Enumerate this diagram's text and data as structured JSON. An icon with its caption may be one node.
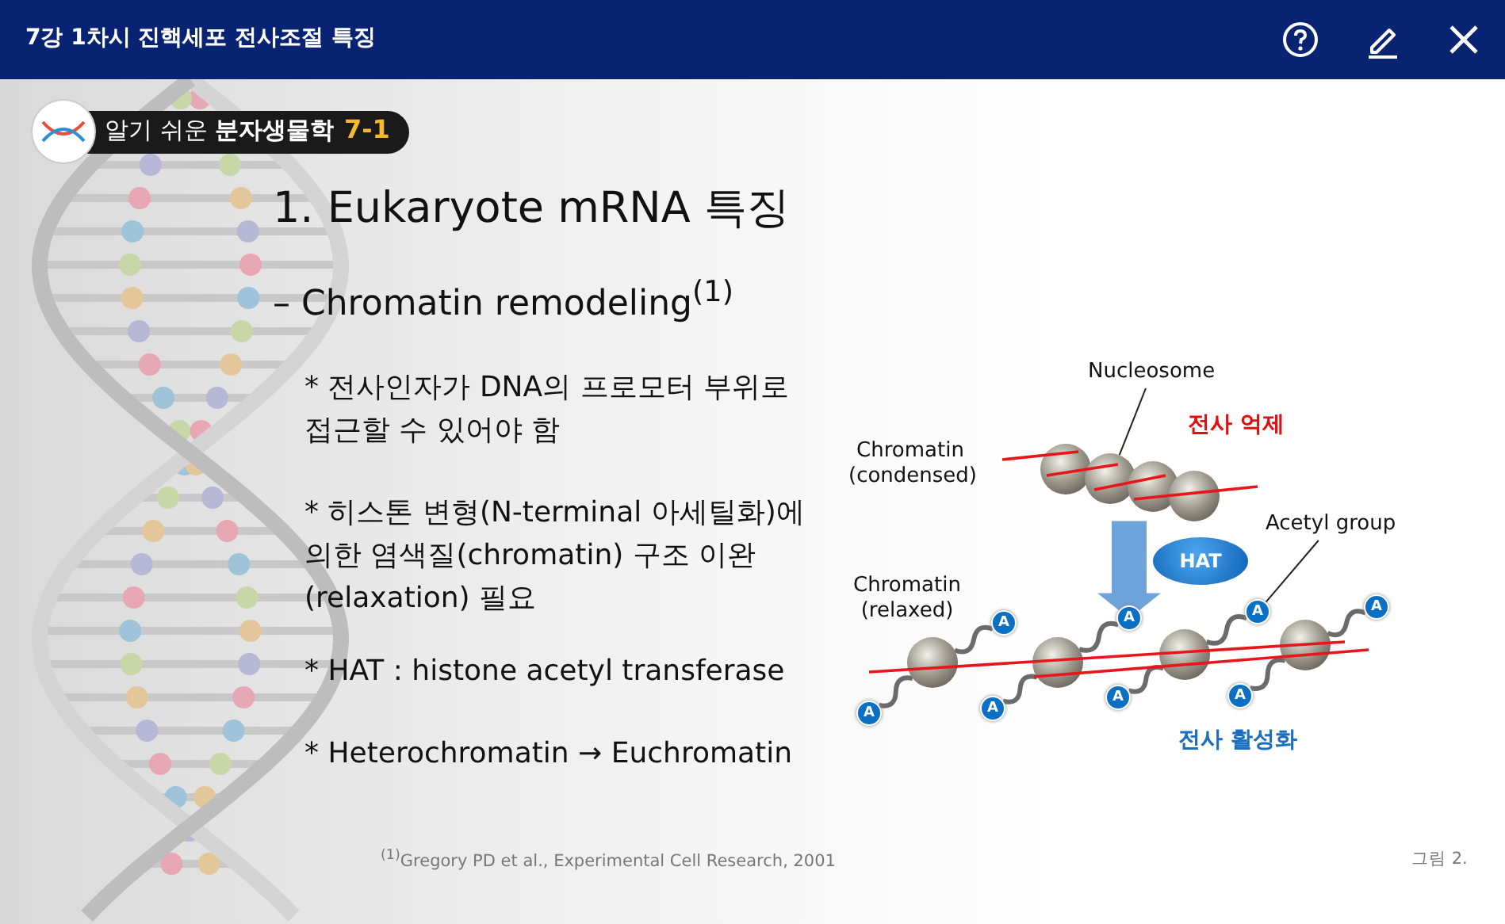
{
  "diagram": {
    "title": "7강 1차시 진핵세포 전사조절 특징",
    "nodes": [
      {
        "text": [
          "Nucleosome"
        ]
      },
      {
        "text": [],
        "shape": "circle"
      },
      {
        "text": [],
        "shape": "circle"
      },
      {
        "text": [],
        "shape": "circle"
      },
      {
        "text": [],
        "shape": "circle"
      },
      {
        "text": [
          "Acetyl group"
        ]
      },
      {
        "text": [
          "A"
        ]
      },
      {
        "text": [
          "A"
        ]
      },
      {
        "text": [
          "A"
        ]
      },
      {
        "text": [
          "A"
        ]
      },
      {
        "text": [
          "A"
        ]
      },
      {
        "text": [
          "A"
        ]
      },
      {
        "text": [
          "A"
        ]
      },
      {
        "text": [
          "A"
        ]
      },
      {
        "text": [],
        "shape": "circle"
      },
      {
        "text": [],
        "shape": "circle"
      },
      {
        "text": [],
        "shape": "circle"
      },
      {
        "text": [],
        "shape": "circle"
      },
      {
        "text": [
          "HAT"
        ]
      }
    ],
    "edges": [
      {
        "from": 0,
        "to": 2,
        "arrow": "none"
      },
      {
        "from": 5,
        "to": 12,
        "arrow": "none"
      },
      {
        "from": 14,
        "to": 6,
        "arrow": "none"
      },
      {
        "from": 14,
        "to": 8,
        "arrow": "none"
      },
      {
        "from": 15,
        "to": 7,
        "arrow": "none"
      },
      {
        "from": 15,
        "to": 10,
        "arrow": "none"
      },
      {
        "from": 16,
        "to": 9,
        "arrow": "none"
      },
      {
        "from": 16,
        "to": 12,
        "arrow": "none"
      },
      {
        "from": 17,
        "to": 11,
        "arrow": "none"
      },
      {
        "from": 17,
        "to": 13,
        "arrow": "none"
      },
      {
        "from": 2,
        "to": 16,
        "arrow": "to"
      }
    ],
    "labels": [
      "알기 쉬운 **분자생물학**",
      "7-1",
      "1. Eukaryote mRNA 특징",
      "– Chromatin remodeling$^{(1)}$",
      "* 전사인자가 DNA의 프로모터 부위로 접근할 수 있어야 함",
      "* 히스톤 변형(N-terminal 아세틸화)에 의한 염색질(chromatin) 구조 이완 (relaxation) 필요",
      "* HAT : histone acetyl transferase",
      "* Heterochromatin → Euchromatin",
      "Chromatin (condensed)",
      "전사 억제",
      "Chromatin (relaxed)",
      "전사 활성화",
      "$^{(1)}$Gregory PD et al., Experimental Cell Research, 2001",
      "그림 2."
    ]
  }
}
